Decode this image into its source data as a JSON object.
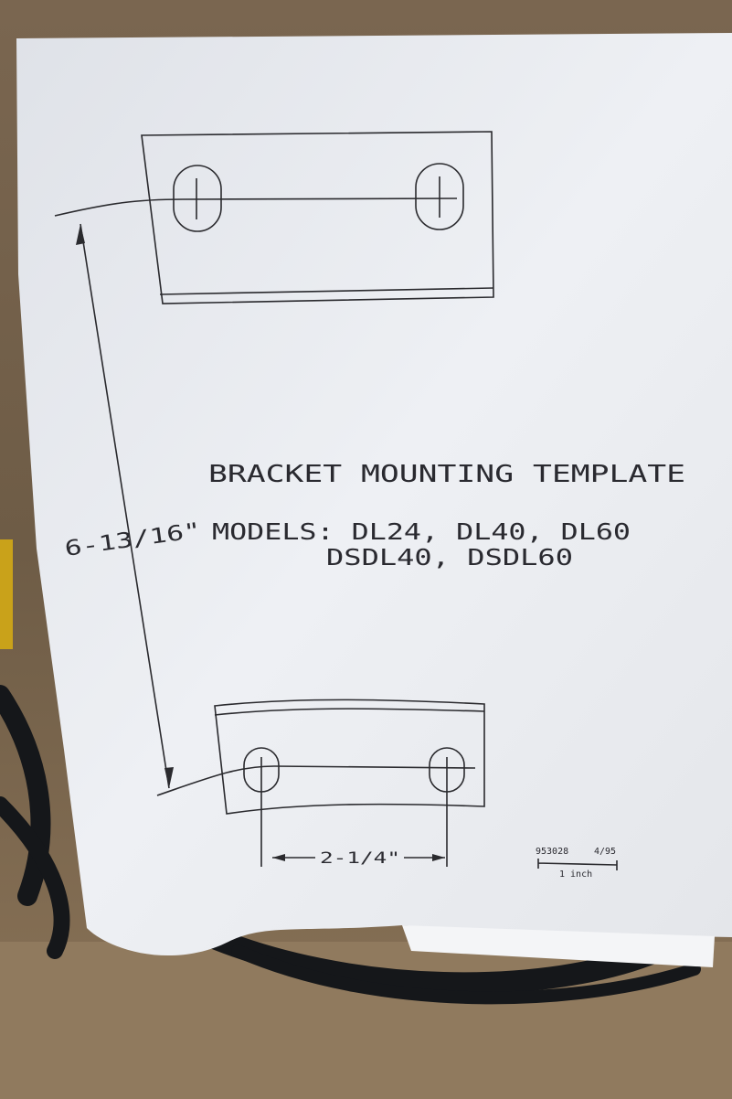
{
  "template": {
    "title": "BRACKET MOUNTING TEMPLATE",
    "models_line1": "MODELS: DL24, DL40, DL60",
    "models_line2": "DSDL40, DSDL60",
    "vertical_dimension": "6-13/16\"",
    "horizontal_dimension": "2-1/4\"",
    "part_number": "953028",
    "revision_date": "4/95",
    "scale_label": "1 inch"
  },
  "colors": {
    "cardboard": "#8a7356",
    "paper": "#eceef2",
    "ink": "#2a2a2e"
  }
}
